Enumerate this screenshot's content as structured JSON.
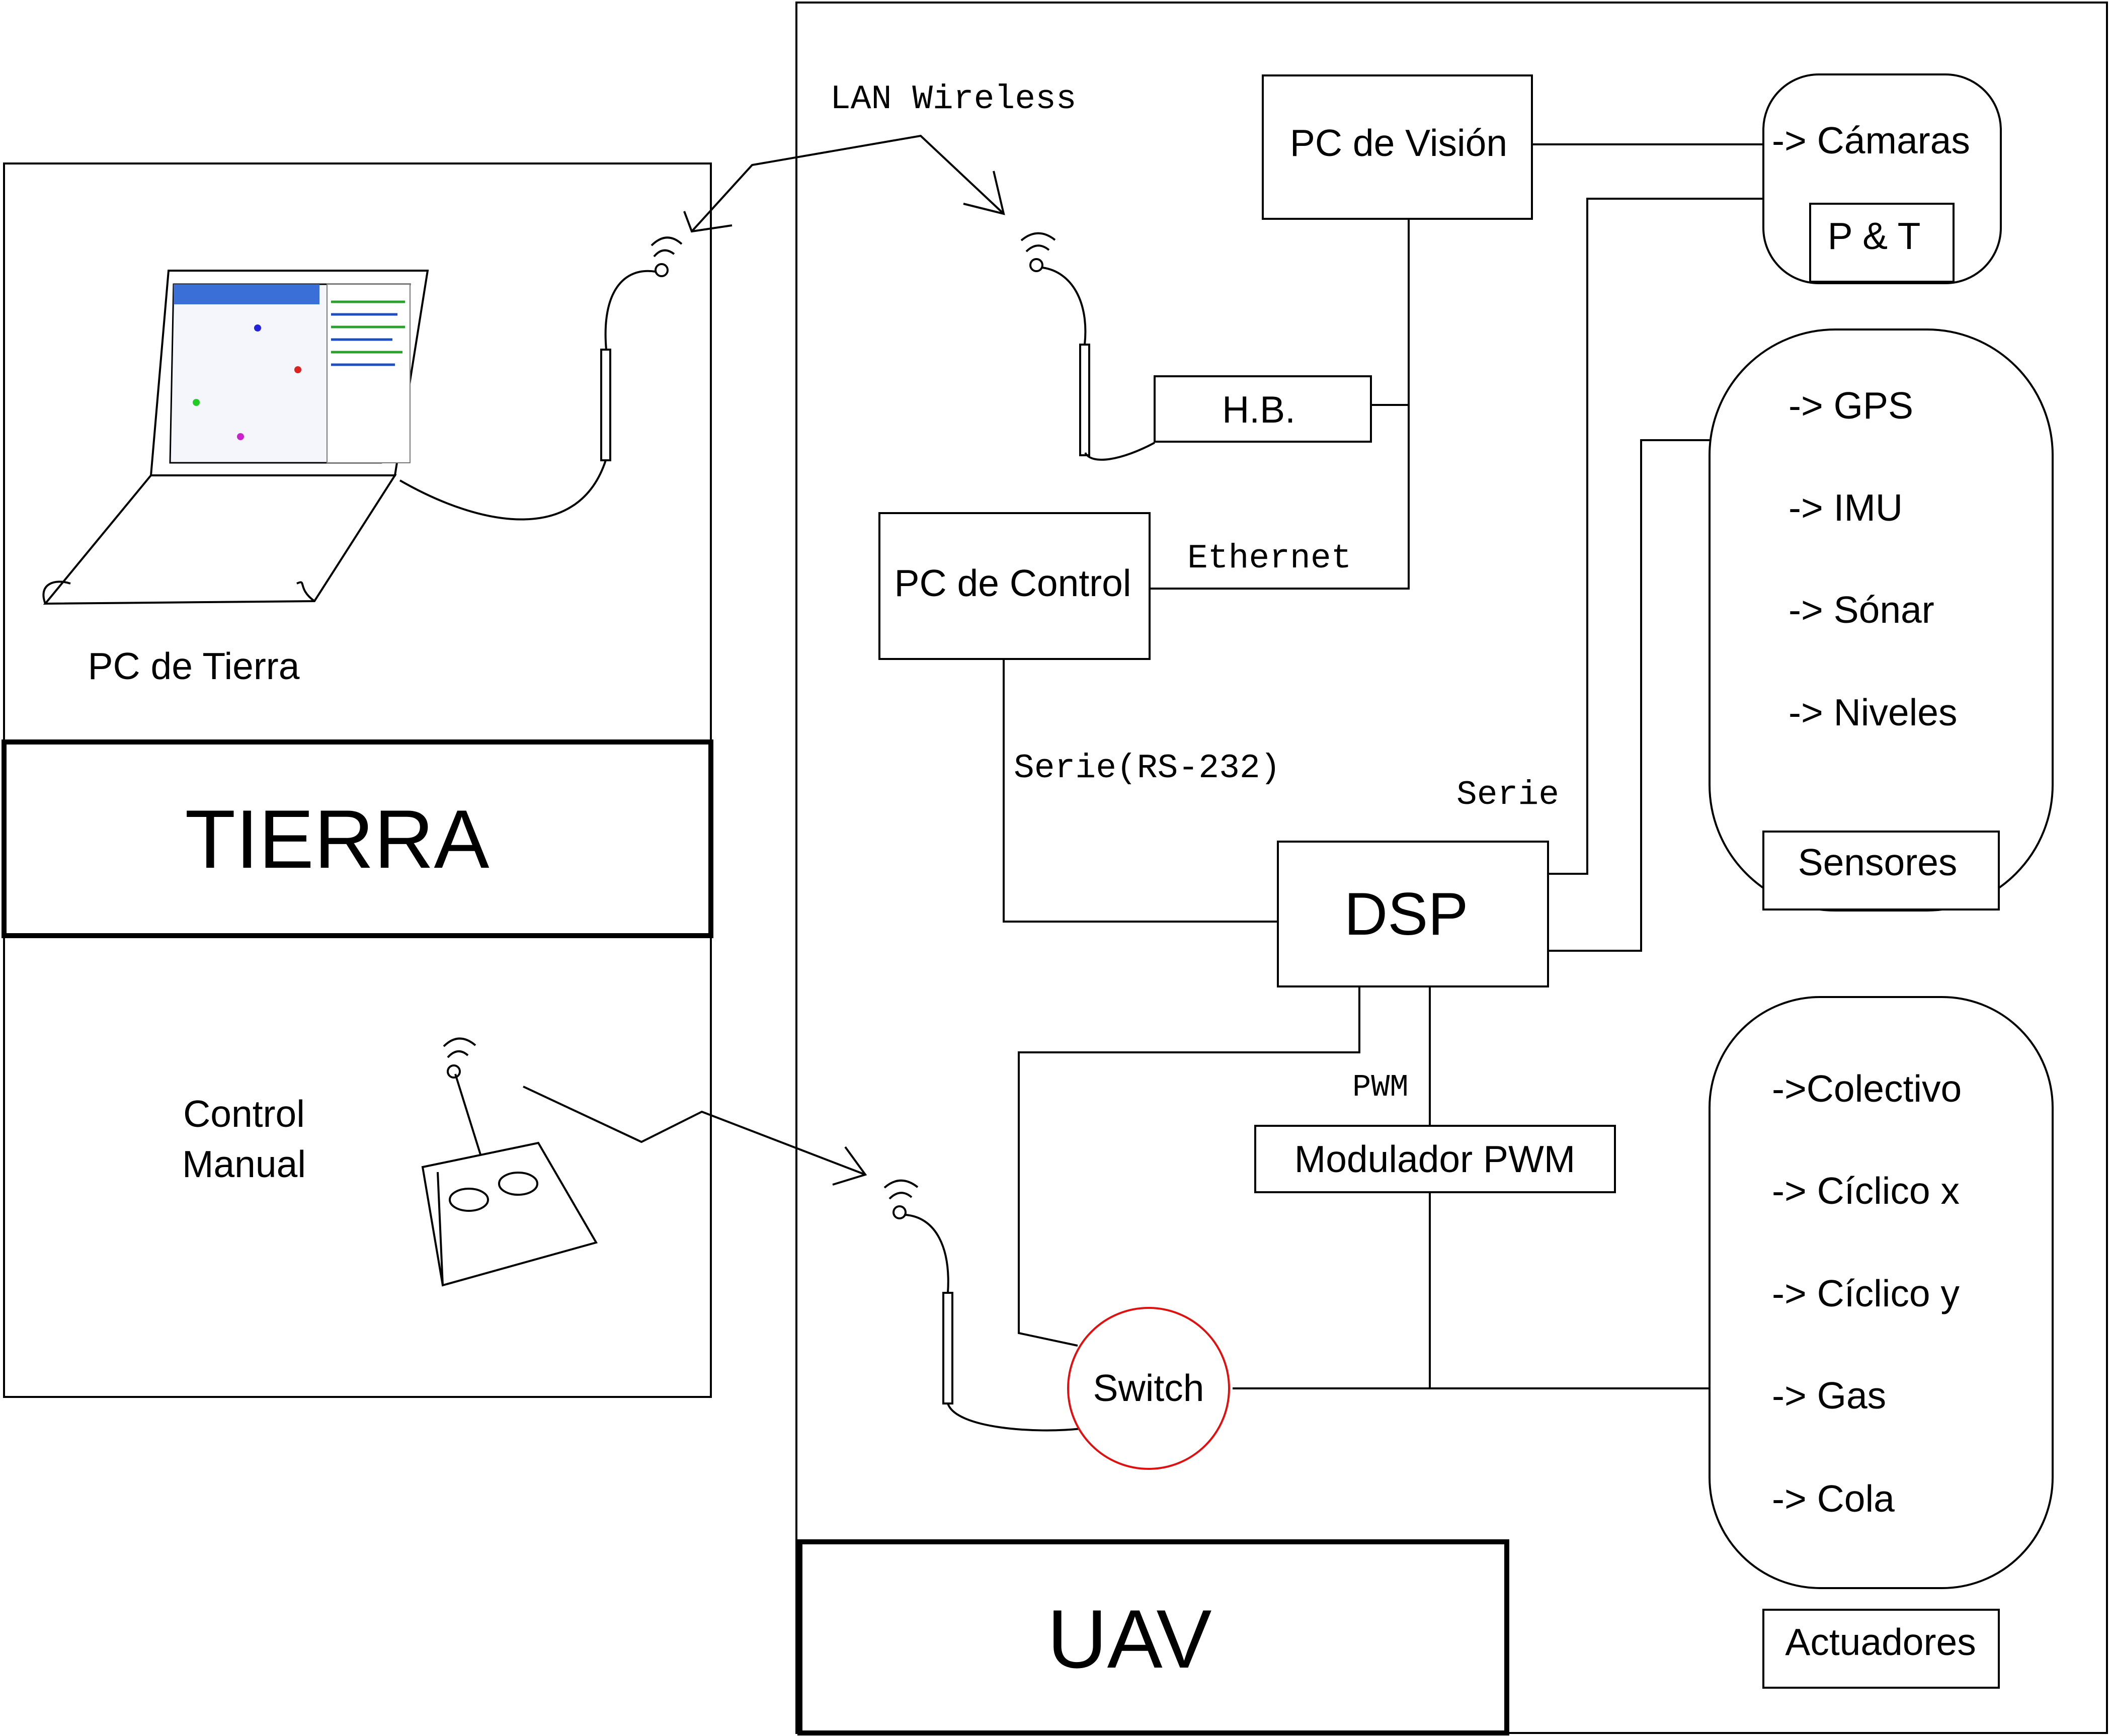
{
  "tierra": {
    "title": "TIERRA",
    "pc_label": "PC de Tierra",
    "control_label_line1": "Control",
    "control_label_line2": "Manual"
  },
  "uav": {
    "title": "UAV",
    "pc_vision": "PC de Visión",
    "hb": "H.B.",
    "pc_control": "PC de Control",
    "dsp": "DSP",
    "modulador": "Modulador PWM",
    "switch": "Switch"
  },
  "links": {
    "lan_wireless": "LAN Wireless",
    "ethernet": "Ethernet",
    "serie_rs232": "Serie(RS-232)",
    "serie": "Serie",
    "pwm": "PWM"
  },
  "camaras_group": {
    "items": [
      "-> Cámaras"
    ],
    "footer": "P & T"
  },
  "sensores_group": {
    "items": [
      "-> GPS",
      "-> IMU",
      "-> Sónar",
      "-> Niveles"
    ],
    "footer": "Sensores"
  },
  "actuadores_group": {
    "items": [
      "->Colectivo",
      "-> Cíclico x",
      "-> Cíclico y",
      "-> Gas",
      "-> Cola"
    ],
    "footer": "Actuadores"
  },
  "colors": {
    "stroke": "#000000",
    "switch_outline": "#e01010",
    "background": "#ffffff"
  }
}
